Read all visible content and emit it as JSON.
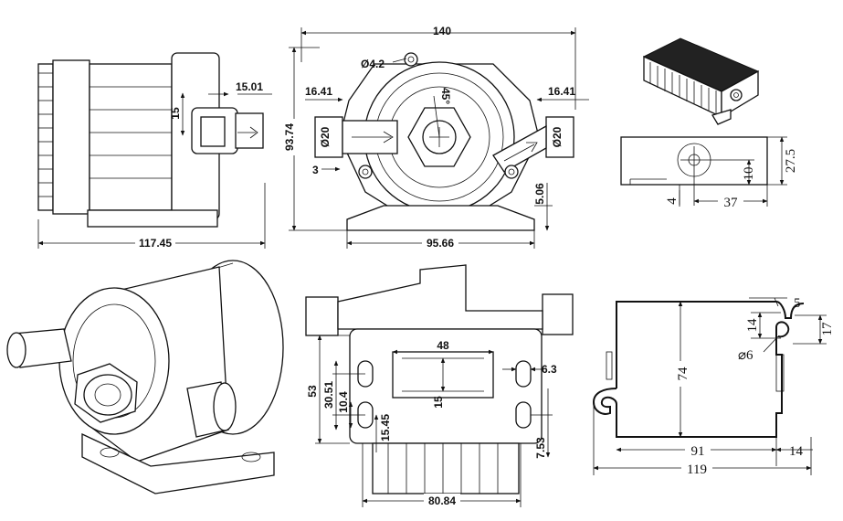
{
  "side_view": {
    "length": "117.45",
    "outlet_offset": "15.01",
    "inlet_height": "15"
  },
  "front_view": {
    "width": "140",
    "hole_dia": "Ø4.2",
    "angle": "45°",
    "left_nozzle": "16.41",
    "right_nozzle": "16.41",
    "left_port_dia": "Ø20",
    "right_port_dia": "Ø20",
    "height": "93.74",
    "wall": "3",
    "base_width": "95.66",
    "base_thickness": "5.06"
  },
  "bottom_view": {
    "slot_width": "48",
    "slot_height": "15",
    "hole_size": "6.3",
    "outer_height": "53",
    "hole_pitch": "30.51",
    "lower_offset": "10.4",
    "hole_gap": "15.45",
    "edge_offset": "7.53",
    "width": "80.84"
  },
  "controller_view": {
    "height": "27.5",
    "hole_height": "10",
    "hole_pos": "37",
    "foot": "4"
  },
  "bracket_view": {
    "top_gap": "5",
    "upper_depth": "14",
    "total_depth": "17",
    "hole_dia": "⌀6",
    "height": "74",
    "inner_width": "91",
    "right_margin": "14",
    "width": "119"
  }
}
